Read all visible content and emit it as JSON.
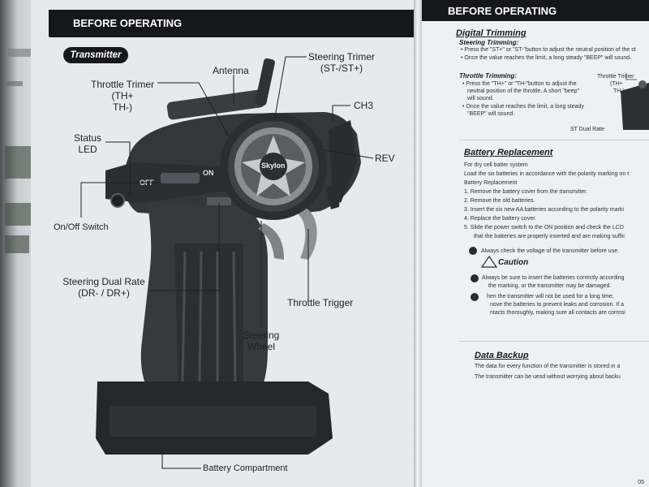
{
  "left_page": {
    "header": "BEFORE OPERATING",
    "section_pill": "Transmitter",
    "callouts": {
      "antenna": "Antenna",
      "steering_trimer": [
        "Steering Trimer",
        "(ST-/ST+)"
      ],
      "throttle_trimer": [
        "Throttle Trimer",
        "(TH+",
        "TH-)"
      ],
      "ch3": "CH3",
      "status_led": [
        "Status",
        "LED"
      ],
      "rev": "REV",
      "on_off_switch": "On/Off Switch",
      "steering_dual_rate": [
        "Steering Dual Rate",
        "(DR- / DR+)"
      ],
      "throttle_trigger": "Throttle Trigger",
      "steering_wheel": [
        "Steering",
        "Wheel"
      ],
      "battery_compartment": "Battery Compartment"
    },
    "device_marks": {
      "wheel_logo": "Skylon",
      "switch_on": "ON",
      "switch_off": "OFF"
    }
  },
  "right_page": {
    "header": "BEFORE OPERATING",
    "digital_trimming": {
      "title": "Digital Trimming",
      "steering_sub": "Steering Trimming:",
      "steering_lines": [
        "• Press the \"ST+\" or \"ST-\"button to adjust the neutral position of the st",
        "• Once the value reaches the limit, a long steady \"BEEP\" will sound."
      ],
      "throttle_sub": "Throttle Trimming:",
      "throttle_lines": [
        "• Press the \"TH+\" or \"TH-\"button to adjust the",
        "neutral position of the throttle. A short \"beep\"",
        "will sound.",
        "• Once the value reaches the limit, a long steady",
        "\"BEEP\" will sound."
      ],
      "fig_labels": [
        "Throttle Trimer",
        "(TH+",
        "TH-)"
      ],
      "fig_bottom_label": "ST Dual Rate"
    },
    "battery_replacement": {
      "title": "Battery Replacement",
      "lines": [
        "For dry cell batter system",
        "Load the six batteries in accordance with the polarity marking on t",
        "Battery Replacement",
        "1. Remove the battery cover from the transmitter.",
        "2. Remove the old batteries.",
        "3. Insert the six new AA batteries according to the polarity marki",
        "4. Replace the battery cover.",
        "5. Slide the power switch to the ON position and check the LCD",
        "that the batteries are properly inserted and are making suffic"
      ],
      "note": "Always check the voltage of the transmitter before use.",
      "caution": "Caution",
      "caution_lines": [
        "Always be sure to insert the batteries correctly according",
        "the marking, or the transmitter may be damaged.",
        "hen the transmitter will not be used for a long time,",
        "nove the batteries to prevent leaks and corrosion. If a",
        "ntacts thoroughly, making sure all contacts are corrosi"
      ]
    },
    "data_backup": {
      "title": "Data Backup",
      "lines": [
        "The data for every function of the transmitter is stored in a",
        "The transmitter can be uesd without worrying about backu"
      ]
    },
    "page_number": "05"
  }
}
